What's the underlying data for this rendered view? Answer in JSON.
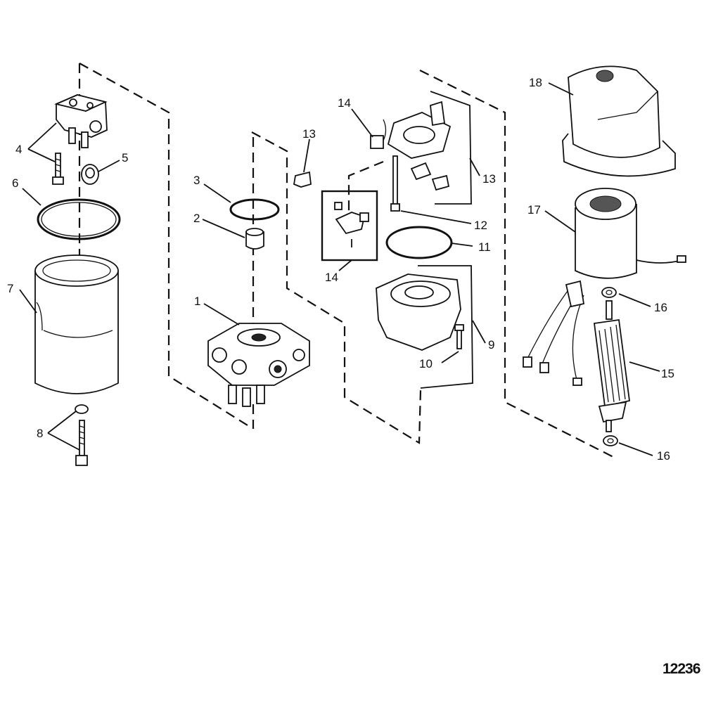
{
  "figure_number": "12236",
  "callouts": {
    "c1": "1",
    "c2": "2",
    "c3": "3",
    "c4": "4",
    "c5": "5",
    "c6": "6",
    "c7": "7",
    "c8": "8",
    "c9": "9",
    "c10": "10",
    "c11": "11",
    "c12": "12",
    "c13a": "13",
    "c13b": "13",
    "c14a": "14",
    "c14b": "14",
    "c15": "15",
    "c16a": "16",
    "c16b": "16",
    "c17": "17",
    "c18": "18"
  }
}
